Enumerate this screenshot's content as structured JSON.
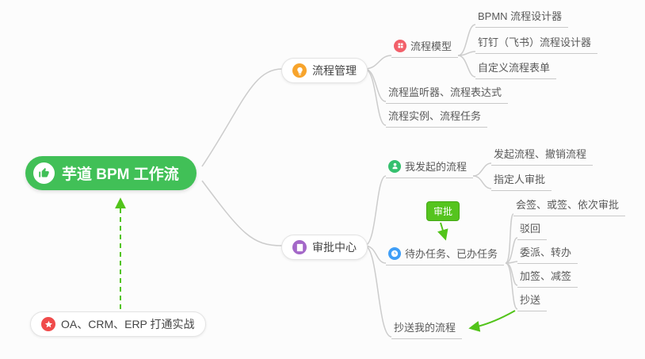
{
  "root": {
    "label": "芋道 BPM 工作流"
  },
  "process_management": {
    "label": "流程管理",
    "process_model": {
      "label": "流程模型",
      "items": {
        "bpmn": "BPMN 流程设计器",
        "dingtalk": "钉钉（飞书）流程设计器",
        "custom_form": "自定义流程表单"
      }
    },
    "listener_expression": "流程监听器、流程表达式",
    "instance_task": "流程实例、流程任务"
  },
  "approval_center": {
    "label": "审批中心",
    "my_initiated": {
      "label": "我发起的流程",
      "items": {
        "initiate_cancel": "发起流程、撤销流程",
        "assignee": "指定人审批"
      }
    },
    "approval_badge": "审批",
    "todo_done": {
      "label": "待办任务、已办任务",
      "items": {
        "countersign": "会签、或签、依次审批",
        "reject": "驳回",
        "delegate_transfer": "委派、转办",
        "add_reduce_sign": "加签、减签",
        "cc": "抄送"
      }
    },
    "cc_my_process": "抄送我的流程"
  },
  "practice": {
    "label": "OA、CRM、ERP 打通实战"
  },
  "icons": {
    "root": "thumbs-up-icon",
    "process_management": "lightbulb-icon",
    "process_model": "grid-model-icon",
    "approval_center": "document-list-icon",
    "my_initiated": "user-icon",
    "todo_done": "clock-icon",
    "practice": "star-icon"
  },
  "colors": {
    "root_bg": "#41c057",
    "badge_bg": "#55c41e",
    "connector_line": "#cccccc",
    "green_arrow": "#52c41a",
    "pm_icon_bg": "#f7a42c",
    "model_icon_bg": "#f2606a",
    "ac_icon_bg": "#a468c8",
    "my_icon_bg": "#35c06e",
    "todo_icon_bg": "#3f9ef7",
    "star_icon_bg": "#f04b4b"
  }
}
